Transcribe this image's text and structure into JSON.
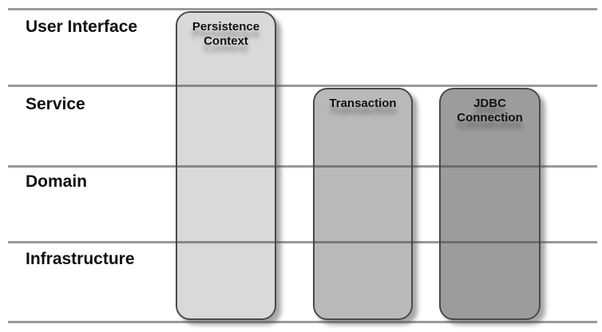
{
  "diagram": {
    "type": "layered-architecture",
    "layers": [
      {
        "label": "User Interface"
      },
      {
        "label": "Service"
      },
      {
        "label": "Domain"
      },
      {
        "label": "Infrastructure"
      }
    ],
    "boxes": [
      {
        "label": "Persistence Context",
        "fill": "#d9d9d9",
        "spans_layers": [
          "User Interface",
          "Service",
          "Domain",
          "Infrastructure"
        ]
      },
      {
        "label": "Transaction",
        "fill": "#b9b9b9",
        "spans_layers": [
          "Service",
          "Domain",
          "Infrastructure"
        ]
      },
      {
        "label": "JDBC Connection",
        "fill": "#9c9c9c",
        "spans_layers": [
          "Service",
          "Domain",
          "Infrastructure"
        ]
      }
    ],
    "colors": {
      "background": "#ffffff",
      "divider_line": "#999999",
      "box_border": "#4a4a4a",
      "text": "#111111"
    }
  }
}
